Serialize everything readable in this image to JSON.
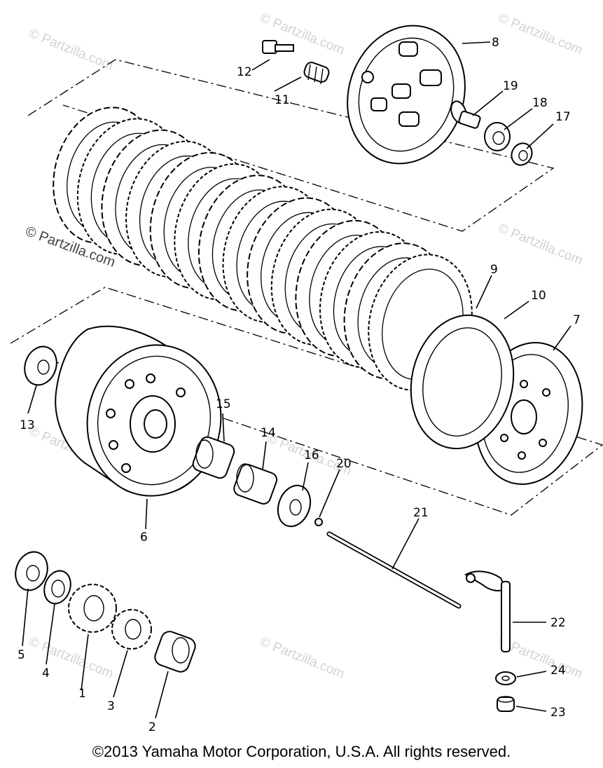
{
  "watermark": "© Partzilla.com",
  "copyright": "©2013 Yamaha Motor Corporation, U.S.A. All rights reserved.",
  "callouts": [
    "1",
    "2",
    "3",
    "4",
    "5",
    "6",
    "7",
    "8",
    "9",
    "10",
    "11",
    "12",
    "13",
    "14",
    "15",
    "16",
    "17",
    "18",
    "19",
    "20",
    "21",
    "22",
    "23",
    "24"
  ]
}
